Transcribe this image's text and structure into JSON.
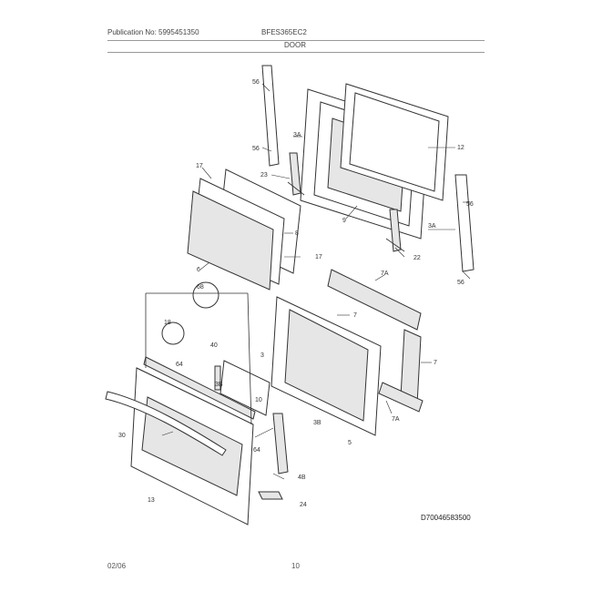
{
  "header": {
    "publication": "Publication No: 5995451350",
    "model": "BFES365EC2",
    "section": "DOOR"
  },
  "footer": {
    "doc_number": "D70046583500",
    "date": "02/06",
    "page": "10"
  },
  "callouts": {
    "c56a": "56",
    "c3a_top": "3A",
    "c56b": "56",
    "c12": "12",
    "c23a": "23",
    "c9": "9",
    "c56c": "56",
    "c3a_right": "3A",
    "c22": "22",
    "c56d": "56",
    "c17a": "17",
    "c8": "8",
    "c17b": "17",
    "c6": "6",
    "c68": "68",
    "c7a_top": "7A",
    "c18": "18",
    "c7a": "7",
    "c40": "40",
    "c64a": "64",
    "c3": "3",
    "c7b": "7",
    "c3b": "3B",
    "c10": "10",
    "c3b2": "3B",
    "c7a_bottom": "7A",
    "c30": "30",
    "c64b": "64",
    "c5": "5",
    "c4b": "4B",
    "c13": "13",
    "c24": "24"
  }
}
